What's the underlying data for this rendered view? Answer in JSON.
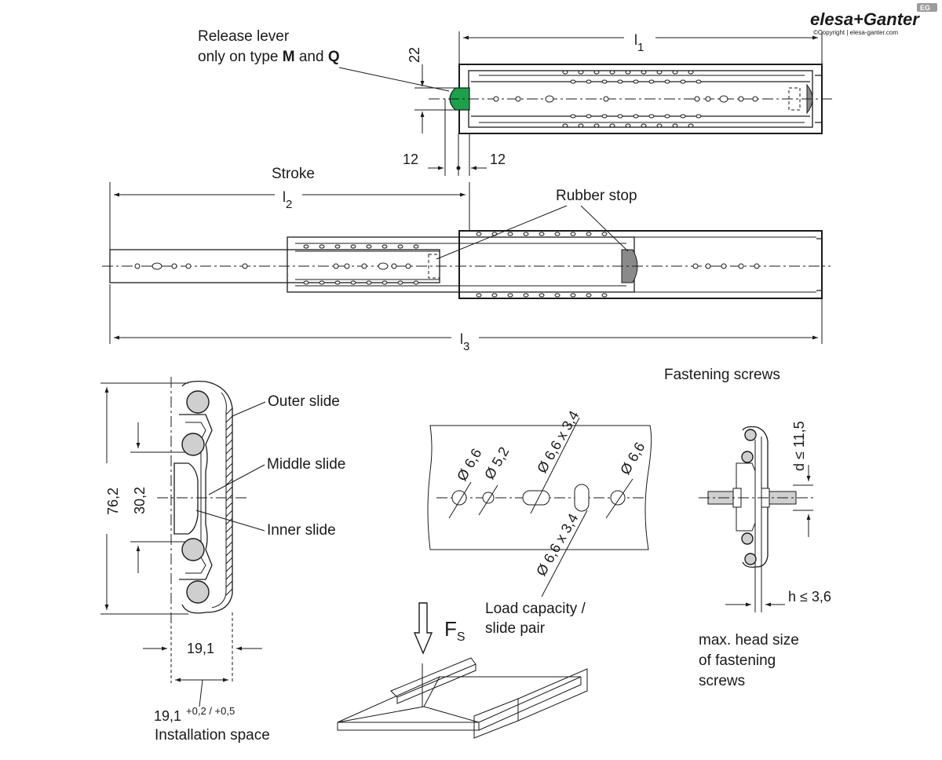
{
  "brand": {
    "logo_text": "elesa+Ganter",
    "copyright": "©Copyright | elesa-ganter.com",
    "badge": "EG"
  },
  "top_view": {
    "release_lever_line1": "Release lever",
    "release_lever_line2_prefix": "only on type ",
    "release_lever_type_m": "M",
    "release_lever_and": " and ",
    "release_lever_type_q": "Q",
    "dim_22": "22",
    "dim_12_left": "12",
    "dim_12_right": "12",
    "l1_main": "l",
    "l1_sub": "1",
    "lever_color": "#1aa14a"
  },
  "extended_view": {
    "stroke_label": "Stroke",
    "l2_main": "l",
    "l2_sub": "2",
    "rubber_stop_label": "Rubber stop",
    "l3_main": "l",
    "l3_sub": "3",
    "rubber_stop_color": "#8a8a8a"
  },
  "cross_section": {
    "outer_slide": "Outer slide",
    "middle_slide": "Middle slide",
    "inner_slide": "Inner slide",
    "dim_height": "76,2",
    "dim_ball_spacing": "30,2",
    "dim_width": "19,1",
    "install_width": "19,1",
    "install_tolerance": "+0,2 / +0,5",
    "install_space_label": "Installation space"
  },
  "hole_pattern": {
    "holes": [
      "Ø 6,6",
      "Ø 5,2",
      "Ø 6,6 x 3,4",
      "Ø 6,6"
    ],
    "bottom_slot": "Ø 6,6 x 3,4"
  },
  "load": {
    "force_main": "F",
    "force_sub": "S",
    "line1": "Load capacity /",
    "line2": "slide pair"
  },
  "fastening": {
    "title": "Fastening screws",
    "d_label": "d ≤ 11,5",
    "h_label": "h ≤ 3,6",
    "note_line1": "max. head size",
    "note_line2": "of fastening",
    "note_line3": "screws"
  }
}
